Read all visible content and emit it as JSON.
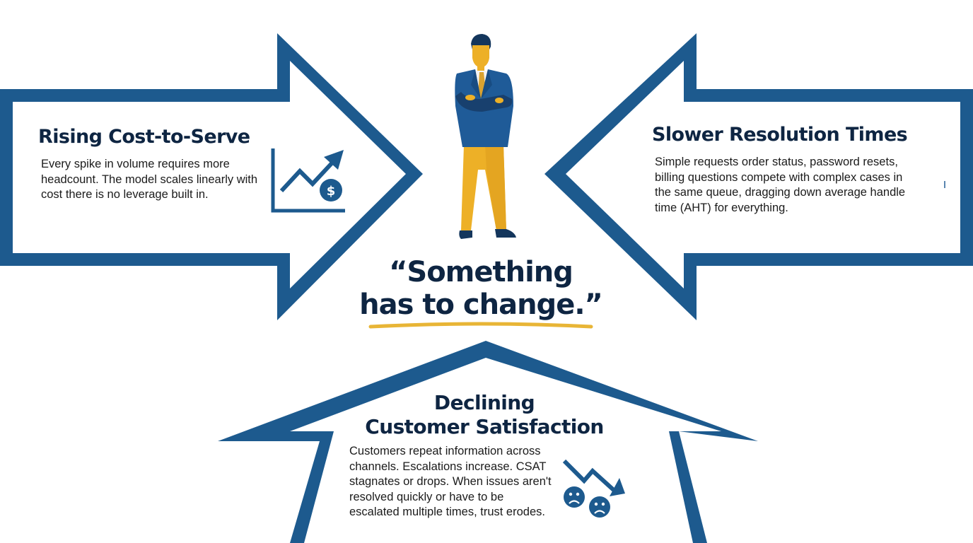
{
  "colors": {
    "arrow_blue": "#1d5a8e",
    "text_navy": "#0e2542",
    "accent_gold": "#e8b536",
    "suit_blue": "#1f5b98",
    "suit_dark": "#18406e"
  },
  "left_arrow": {
    "title": "Rising Cost-to-Serve",
    "body": "Every spike in volume requires more headcount. The model scales linearly with cost there is no leverage built in.",
    "icon": "rising-cost-chart-icon"
  },
  "right_arrow": {
    "title": "Slower Resolution Times",
    "body": "Simple requests order status, password resets, billing questions compete with complex cases in the same queue, dragging down average handle time (AHT) for everything."
  },
  "bottom_arrow": {
    "title_line1": "Declining",
    "title_line2": "Customer Satisfaction",
    "body": "Customers repeat information across channels. Escalations increase. CSAT stagnates  or drops. When issues aren't resolved quickly or have to be escalated multiple times, trust erodes.",
    "icon": "declining-satisfaction-icon"
  },
  "center": {
    "figure": "businessman-arms-crossed",
    "quote_line1": "“Something",
    "quote_line2": "has to change.”"
  }
}
